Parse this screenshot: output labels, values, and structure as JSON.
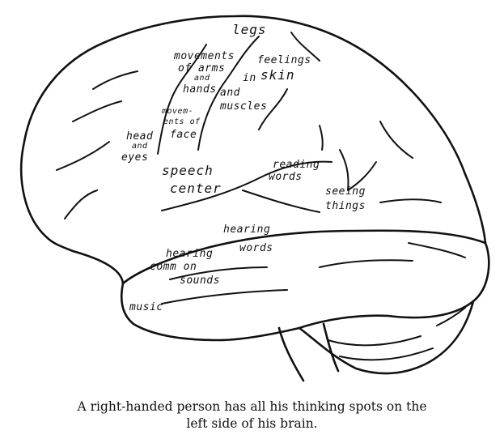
{
  "labels": {
    "legs": "legs",
    "movements": "movements",
    "of_arms": "of arms",
    "and_1": "and",
    "hands": "hands",
    "and_2": "and",
    "feelings": "feelings",
    "in": "in",
    "skin": "skin",
    "muscles": "muscles",
    "movements_of_face_1": "movem-",
    "movements_of_face_2": "ents of",
    "face": "face",
    "head": "head",
    "and_3": "and",
    "eyes": "eyes",
    "speech": "speech",
    "center": "center",
    "reading": "reading",
    "words_1": "words",
    "seeing": "seeing",
    "things": "things",
    "hearing_1": "hearing",
    "words_2": "words",
    "hearing_2": "hearing",
    "common": "comm on",
    "sounds": "sounds",
    "music": "music"
  },
  "caption": {
    "line1": "A right-handed person has all his thinking spots on the",
    "line2": "left side of his brain."
  }
}
